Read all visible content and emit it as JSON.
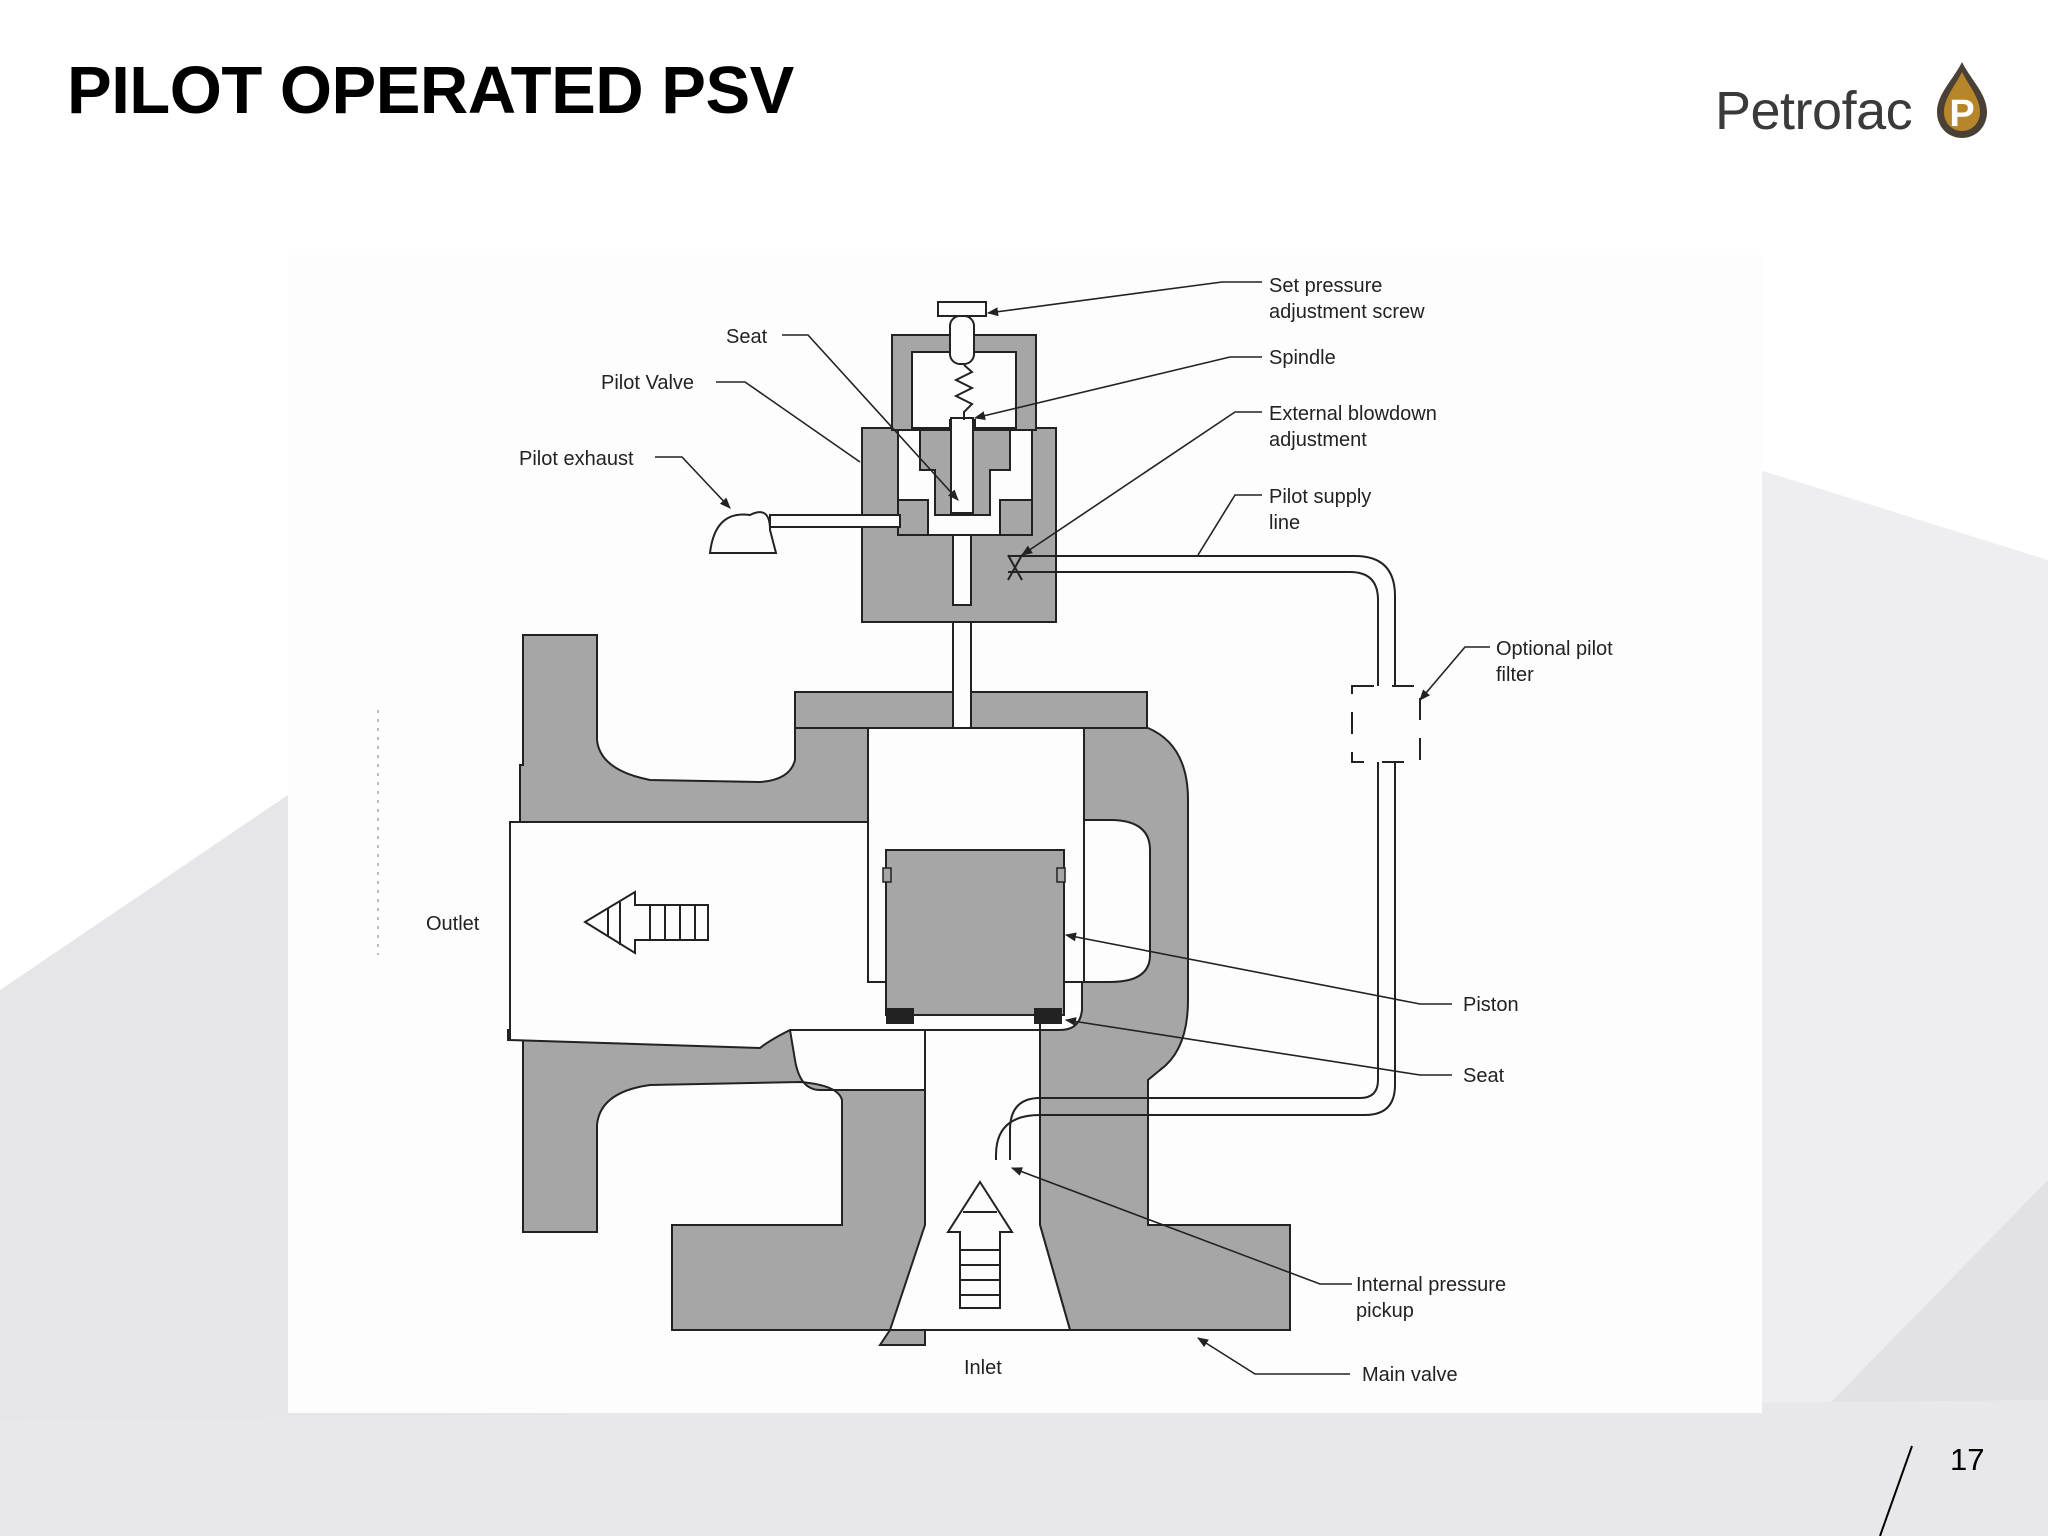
{
  "slide": {
    "title": "PILOT OPERATED PSV",
    "page_number": "17"
  },
  "logo": {
    "text": "Petrofac",
    "mark_letter": "P"
  },
  "diagram": {
    "labels": {
      "set_pressure_1": "Set pressure",
      "set_pressure_2": "adjustment screw",
      "spindle": "Spindle",
      "external_blowdown_1": "External blowdown",
      "external_blowdown_2": "adjustment",
      "pilot_supply_1": "Pilot supply",
      "pilot_supply_2": "line",
      "optional_filter_1": "Optional pilot",
      "optional_filter_2": "filter",
      "seat_top": "Seat",
      "pilot_valve": "Pilot Valve",
      "pilot_exhaust": "Pilot exhaust",
      "outlet": "Outlet",
      "piston": "Piston",
      "seat_main": "Seat",
      "internal_pickup_1": "Internal pressure",
      "internal_pickup_2": "pickup",
      "inlet": "Inlet",
      "main_valve": "Main valve"
    }
  },
  "colors": {
    "metal_gray": "#a6a6a6",
    "diagram_paper": "#fdfdfd",
    "line": "#222222",
    "logo_gold": "#b8862a",
    "logo_dark": "#4a4035",
    "logo_text": "#3a3a3a"
  }
}
